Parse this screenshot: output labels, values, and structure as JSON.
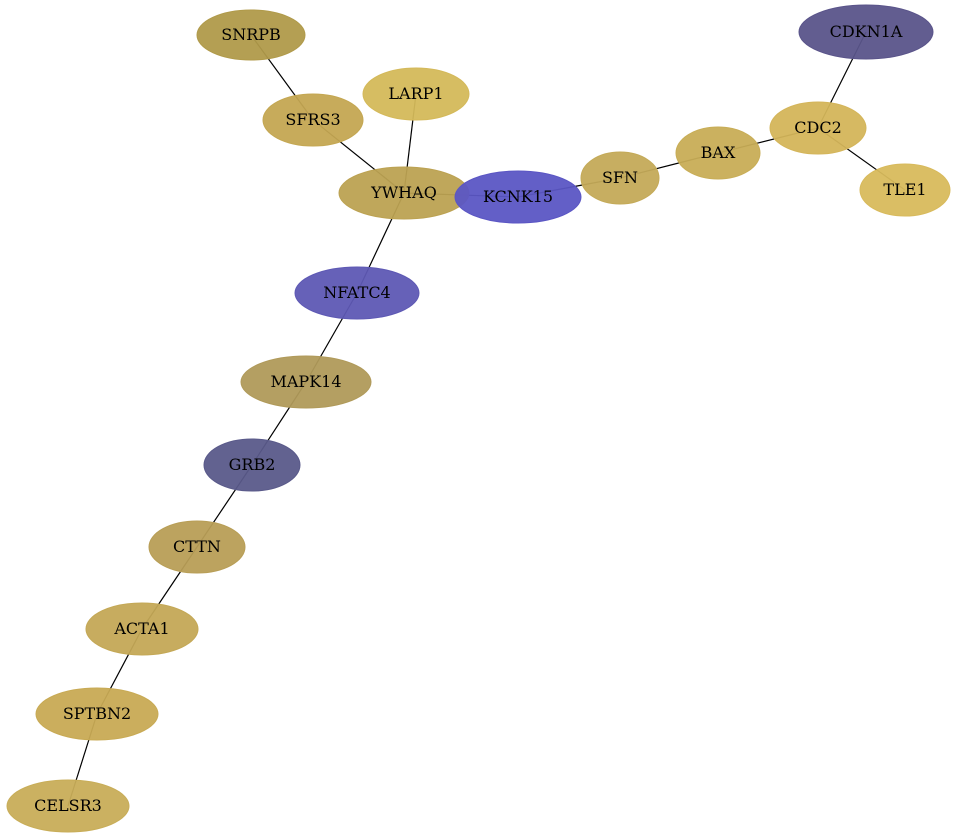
{
  "graph": {
    "nodes": [
      {
        "id": "SNRPB",
        "label": "SNRPB",
        "color": "#b09a4a"
      },
      {
        "id": "CDKN1A",
        "label": "CDKN1A",
        "color": "#5a548a"
      },
      {
        "id": "LARP1",
        "label": "LARP1",
        "color": "#d4b95a"
      },
      {
        "id": "SFRS3",
        "label": "SFRS3",
        "color": "#c4a752"
      },
      {
        "id": "CDC2",
        "label": "CDC2",
        "color": "#d4b55a"
      },
      {
        "id": "BAX",
        "label": "BAX",
        "color": "#c8ad56"
      },
      {
        "id": "TLE1",
        "label": "TLE1",
        "color": "#d8ba5c"
      },
      {
        "id": "SFN",
        "label": "SFN",
        "color": "#c4aa58"
      },
      {
        "id": "YWHAQ",
        "label": "YWHAQ",
        "color": "#bca252"
      },
      {
        "id": "KCNK15",
        "label": "KCNK15",
        "color": "#5b56c4"
      },
      {
        "id": "NFATC4",
        "label": "NFATC4",
        "color": "#5e59b4"
      },
      {
        "id": "MAPK14",
        "label": "MAPK14",
        "color": "#b09a5a"
      },
      {
        "id": "GRB2",
        "label": "GRB2",
        "color": "#5a5a8a"
      },
      {
        "id": "CTTN",
        "label": "CTTN",
        "color": "#b89e56"
      },
      {
        "id": "ACTA1",
        "label": "ACTA1",
        "color": "#c4a856"
      },
      {
        "id": "SPTBN2",
        "label": "SPTBN2",
        "color": "#c8aa54"
      },
      {
        "id": "CELSR3",
        "label": "CELSR3",
        "color": "#c8ad58"
      }
    ],
    "edges": [
      [
        "SNRPB",
        "SFRS3"
      ],
      [
        "SFRS3",
        "YWHAQ"
      ],
      [
        "LARP1",
        "YWHAQ"
      ],
      [
        "YWHAQ",
        "KCNK15"
      ],
      [
        "YWHAQ",
        "NFATC4"
      ],
      [
        "KCNK15",
        "SFN"
      ],
      [
        "SFN",
        "BAX"
      ],
      [
        "BAX",
        "CDC2"
      ],
      [
        "CDC2",
        "CDKN1A"
      ],
      [
        "CDC2",
        "TLE1"
      ],
      [
        "NFATC4",
        "MAPK14"
      ],
      [
        "MAPK14",
        "GRB2"
      ],
      [
        "GRB2",
        "CTTN"
      ],
      [
        "CTTN",
        "ACTA1"
      ],
      [
        "ACTA1",
        "SPTBN2"
      ],
      [
        "SPTBN2",
        "CELSR3"
      ]
    ]
  }
}
